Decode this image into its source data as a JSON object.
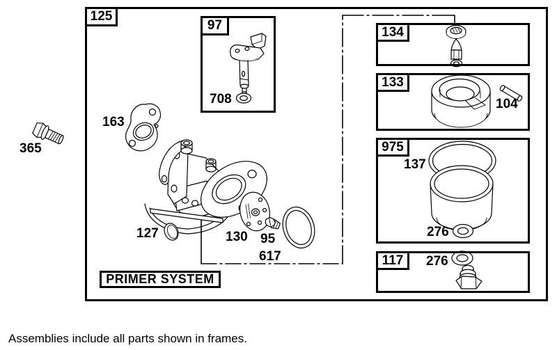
{
  "colors": {
    "ink": "#000000",
    "paper": "#ffffff"
  },
  "note": "Assemblies include all parts shown in frames.",
  "main_frame": {
    "label": "125",
    "primer_system": "PRIMER SYSTEM"
  },
  "parts": {
    "screw_365": "365",
    "gasket_163": "163",
    "seal_127": "127",
    "plate_130": "130",
    "screw_95": "95",
    "oring_617": "617"
  },
  "frames": {
    "throttle_97": {
      "label": "97",
      "washer_708": "708"
    },
    "needle_134": {
      "label": "134"
    },
    "float_133": {
      "label": "133",
      "pin_104": "104"
    },
    "bowl_975": {
      "label": "975",
      "gasket_137": "137",
      "washer_276": "276"
    },
    "nut_117": {
      "label": "117",
      "washer_276": "276"
    }
  }
}
